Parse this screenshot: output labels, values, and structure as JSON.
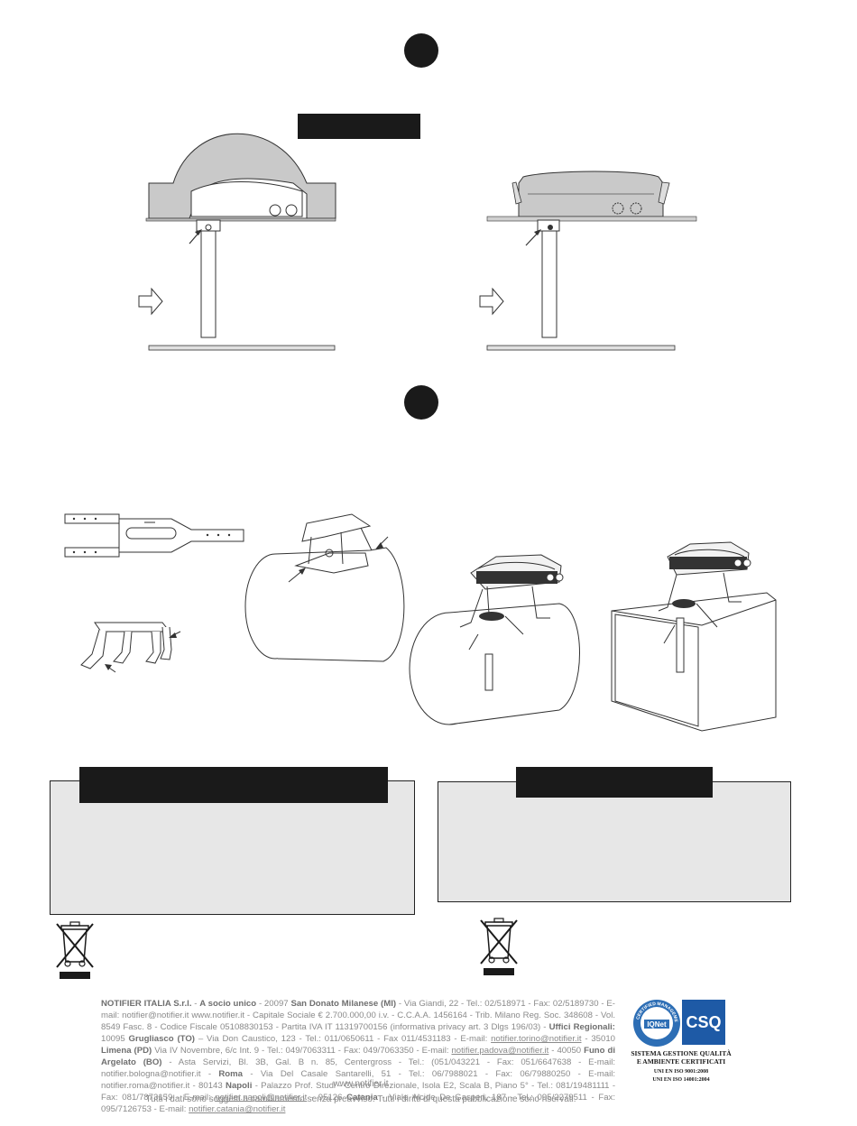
{
  "footer": {
    "company": "NOTIFIER ITALIA S.r.l.",
    "socio": "A socio unico",
    "hq_lead": "- 20097",
    "hq_city": "San Donato Milanese (MI)",
    "hq_details": "- Via Giandi, 22 - Tel.: 02/518971 - Fax: 02/5189730 - E-mail: notifier@notifier.it www.notifier.it - Capitale Sociale € 2.700.000,00 i.v. - C.C.A.A. 1456164 - Trib. Milano Reg. Soc. 348608 - Vol. 8549 Fasc. 8 - Codice Fiscale 05108830153 - Partita IVA IT 11319700156 (informativa privacy art. 3 Dlgs 196/03) -",
    "uffici_label": "Uffici Regionali:",
    "office1_zip": "10095",
    "office1_city": "Grugliasco (TO)",
    "office1_details": "– Via Don Caustico, 123 - Tel.: 011/0650611 - Fax 011/4531183 - E-mail:",
    "office1_email": "notifier.torino@notifier.it",
    "office2_zip": "- 35010",
    "office2_city": "Limena (PD)",
    "office2_details": "Via IV Novembre, 6/c Int. 9 - Tel.: 049/7063311 - Fax: 049/7063350 - E-mail:",
    "office2_email": "notifier.padova@notifier.it",
    "office3_zip": "- 40050",
    "office3_city": "Funo di Argelato (BO)",
    "office3_details": "- Asta Servizi, Bl. 3B, Gal. B n. 85, Centergross - Tel.: (051/043221 - Fax: 051/6647638 - E-mail: notifier.bologna@notifier.it -",
    "office4_city": "Roma",
    "office4_details": "- Via Del Casale Santarelli, 51 - Tel.: 06/7988021 - Fax: 06/79880250 - E-mail: notifier.roma@notifier.it - 80143",
    "office5_city": "Napoli",
    "office5_details": "- Palazzo Prof. Studi - Centro Direzionale, Isola E2, Scala B, Piano 5° - Tel.: 081/19481111 - Fax: 081/7873159 - E-mail:",
    "office5_email": "notifier.napoli@notifier.it",
    "office6_zip": "- 95126",
    "office6_city": "Catania",
    "office6_details": "- Viale Alcide De Gasperi, 187 - Tel.: 095/2279511 - Fax: 095/7126753 - E-mail:",
    "office6_email": "notifier.catania@notifier.it",
    "website": "www.notifier.it",
    "disclaimer": "Tutti i dati sono soggetti a cambiamento senza preavviso. Tutti i diritti di questa pubblicazione sono riservati."
  },
  "certification": {
    "iqnet_label": "IQNet",
    "iqnet_ring": "CERTIFIED MANAGEMENT SYSTEM",
    "csq_label": "CSQ",
    "line1": "SISTEMA GESTIONE QUALITÀ",
    "line2": "E AMBIENTE CERTIFICATI",
    "line3": "UNI EN ISO 9001:2008",
    "line4": "UNI EN ISO 14001:2004"
  },
  "colors": {
    "black": "#1a1a1a",
    "panel_grey": "#e7e7e7",
    "hood_grey": "#cfcfcf",
    "text_grey": "#8a8a8a",
    "iqnet_blue": "#2d6eb5",
    "csq_blue": "#1e5aa6"
  },
  "icons": [
    "step-marker-1",
    "step-marker-2",
    "arrow-right-icon",
    "weee-bin-icon"
  ]
}
